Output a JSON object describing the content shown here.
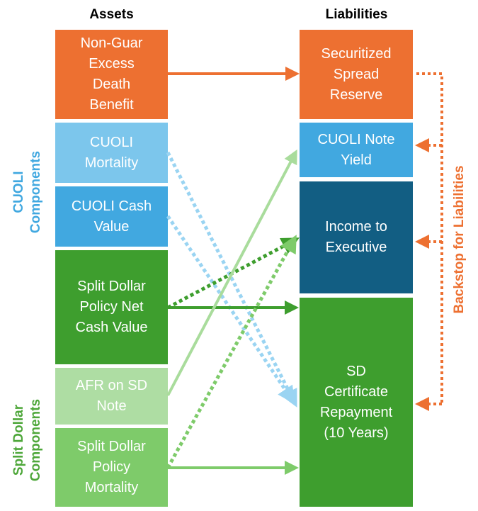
{
  "headers": {
    "assets": "Assets",
    "liabilities": "Liabilities"
  },
  "assets": [
    {
      "id": "non-guar",
      "label": "Non-Guar\nExcess\nDeath\nBenefit",
      "color": "#ED7031"
    },
    {
      "id": "cuoli-mortality",
      "label": "CUOLI\nMortality",
      "color": "#7CC6EC"
    },
    {
      "id": "cuoli-cash",
      "label": "CUOLI Cash\nValue",
      "color": "#41A8E0"
    },
    {
      "id": "sd-net-cash",
      "label": "Split Dollar\nPolicy Net\nCash Value",
      "color": "#3E9E2E"
    },
    {
      "id": "afr-sd",
      "label": "AFR on SD\nNote",
      "color": "#AEDDA3"
    },
    {
      "id": "sd-mortality",
      "label": "Split Dollar\nPolicy\nMortality",
      "color": "#7ECB6A"
    }
  ],
  "liabilities": [
    {
      "id": "securitized",
      "label": "Securitized\nSpread\nReserve",
      "color": "#ED7031"
    },
    {
      "id": "cuoli-note",
      "label": "CUOLI Note\nYield",
      "color": "#41A8E0"
    },
    {
      "id": "income-exec",
      "label": "Income to\nExecutive",
      "color": "#125E83"
    },
    {
      "id": "sd-certificate",
      "label": "SD\nCertificate\nRepayment\n(10 Years)",
      "color": "#3E9E2E"
    }
  ],
  "group_labels": {
    "cuoli": {
      "text": "CUOLI\nComponents",
      "color": "#41A8E0"
    },
    "split_dollar": {
      "text": "Split Dollar\nComponents",
      "color": "#4EA73A"
    },
    "backstop": {
      "text": "Backstop for Liabilities",
      "color": "#ED7031"
    }
  },
  "colors": {
    "orange": "#ED7031",
    "light_blue": "#7CC6EC",
    "dark_green": "#3E9E2E",
    "light_green": "#A9DC9C",
    "mid_green": "#7ECB6A"
  }
}
